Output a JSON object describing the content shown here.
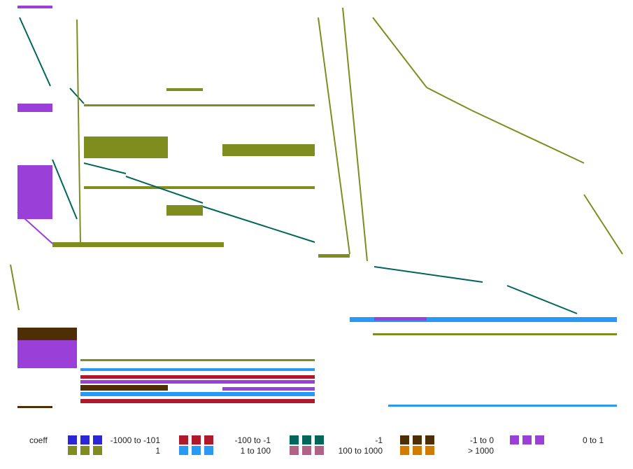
{
  "chart_data": {
    "type": "heatmap",
    "title": "",
    "xlabel": "",
    "ylabel": "",
    "matrix_cols": [
      0,
      865
    ],
    "matrix_rows": [
      0,
      575
    ],
    "legend_title": "coeff",
    "legend": [
      {
        "label": "-1000 to -101",
        "color": "#2b27d6"
      },
      {
        "label": "-100 to -1",
        "color": "#b0192b"
      },
      {
        "label": "-1",
        "color": "#00665c"
      },
      {
        "label": "-1 to 0",
        "color": "#4e2e05"
      },
      {
        "label": "0 to 1",
        "color": "#9b3fd9"
      },
      {
        "label": "1",
        "color": "#7f8c1e"
      },
      {
        "label": "1 to 100",
        "color": "#2899f5"
      },
      {
        "label": "100 to 1000",
        "color": "#b36287"
      },
      {
        "label": "> 1000",
        "color": "#d37a00"
      }
    ],
    "lines": [
      {
        "k": 2,
        "c": [
          3,
          17,
          47,
          115
        ]
      },
      {
        "k": 2,
        "c": [
          75,
          118,
          95,
          140
        ]
      },
      {
        "k": 2,
        "c": [
          95,
          225,
          155,
          240
        ]
      },
      {
        "k": 2,
        "c": [
          155,
          244,
          265,
          282
        ]
      },
      {
        "k": 2,
        "c": [
          265,
          287,
          425,
          338
        ]
      },
      {
        "k": 2,
        "c": [
          50,
          220,
          85,
          305
        ]
      },
      {
        "k": 5,
        "c": [
          430,
          17,
          475,
          355
        ]
      },
      {
        "k": 5,
        "c": [
          465,
          3,
          500,
          365
        ]
      },
      {
        "k": 5,
        "c": [
          508,
          17,
          585,
          117
        ]
      },
      {
        "k": 5,
        "c": [
          585,
          117,
          650,
          150
        ]
      },
      {
        "k": 5,
        "c": [
          650,
          150,
          810,
          225
        ]
      },
      {
        "k": 5,
        "c": [
          810,
          270,
          865,
          355
        ]
      },
      {
        "k": 5,
        "c": [
          -10,
          370,
          2,
          435
        ]
      },
      {
        "k": 2,
        "c": [
          510,
          373,
          665,
          395
        ]
      },
      {
        "k": 2,
        "c": [
          700,
          400,
          800,
          440
        ]
      },
      {
        "k": 5,
        "c": [
          85,
          20,
          90,
          340
        ]
      },
      {
        "k": 4,
        "c": [
          0,
          295,
          50,
          340
        ]
      }
    ],
    "blocks": [
      {
        "k": 4,
        "c": [
          0,
          140,
          50,
          152
        ]
      },
      {
        "k": 4,
        "c": [
          0,
          228,
          50,
          305
        ]
      },
      {
        "k": 4,
        "c": [
          0,
          0,
          50,
          4
        ]
      },
      {
        "k": 5,
        "c": [
          95,
          187,
          215,
          218
        ]
      },
      {
        "k": 5,
        "c": [
          293,
          198,
          425,
          215
        ]
      },
      {
        "k": 5,
        "c": [
          95,
          141,
          425,
          144
        ]
      },
      {
        "k": 5,
        "c": [
          50,
          338,
          295,
          345
        ]
      },
      {
        "k": 5,
        "c": [
          213,
          285,
          265,
          300
        ]
      },
      {
        "k": 5,
        "c": [
          430,
          355,
          475,
          360
        ]
      },
      {
        "k": 5,
        "c": [
          508,
          468,
          857,
          471
        ]
      },
      {
        "k": 5,
        "c": [
          95,
          258,
          425,
          262
        ]
      },
      {
        "k": 5,
        "c": [
          213,
          118,
          265,
          122
        ]
      },
      {
        "k": 3,
        "c": [
          0,
          460,
          85,
          478
        ]
      },
      {
        "k": 4,
        "c": [
          0,
          478,
          85,
          518
        ]
      },
      {
        "k": 3,
        "c": [
          0,
          572,
          50,
          575
        ]
      },
      {
        "k": 6,
        "c": [
          475,
          445,
          857,
          452
        ]
      },
      {
        "k": 4,
        "c": [
          510,
          445,
          585,
          450
        ]
      },
      {
        "k": 6,
        "c": [
          90,
          518,
          425,
          522
        ]
      },
      {
        "k": 1,
        "c": [
          90,
          528,
          425,
          533
        ]
      },
      {
        "k": 4,
        "c": [
          90,
          535,
          425,
          540
        ]
      },
      {
        "k": 3,
        "c": [
          90,
          542,
          215,
          550
        ]
      },
      {
        "k": 6,
        "c": [
          90,
          552,
          425,
          558
        ]
      },
      {
        "k": 1,
        "c": [
          90,
          562,
          425,
          568
        ]
      },
      {
        "k": 4,
        "c": [
          293,
          545,
          425,
          550
        ]
      },
      {
        "k": 6,
        "c": [
          530,
          570,
          857,
          573
        ]
      },
      {
        "k": 5,
        "c": [
          90,
          505,
          425,
          508
        ]
      }
    ]
  }
}
